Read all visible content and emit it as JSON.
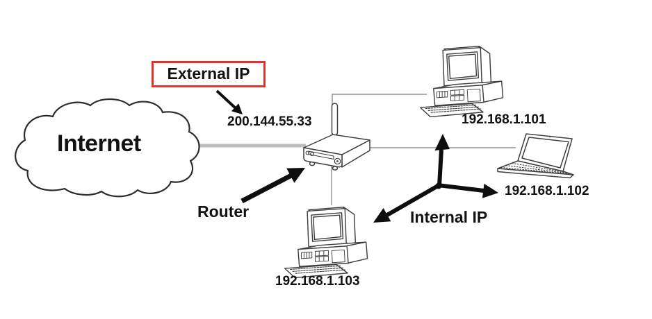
{
  "diagram": {
    "internet": {
      "label": "Internet"
    },
    "external_ip": {
      "label": "External IP",
      "address": "200.144.55.33"
    },
    "router": {
      "label": "Router"
    },
    "internal_ip": {
      "label": "Internal IP"
    },
    "devices": [
      {
        "kind": "desktop-computer",
        "ip": "192.168.1.101"
      },
      {
        "kind": "laptop",
        "ip": "192.168.1.102"
      },
      {
        "kind": "desktop-computer",
        "ip": "192.168.1.103"
      }
    ],
    "colors": {
      "background": "#ffffff",
      "highlight_red": "#e63329",
      "lan_line_gray": "#a0a0a0",
      "wan_line_gray": "#bdbdbd",
      "arrow_black": "#0e0e0e",
      "device_outline": "#3f3f3f",
      "text_black": "#121212"
    }
  }
}
